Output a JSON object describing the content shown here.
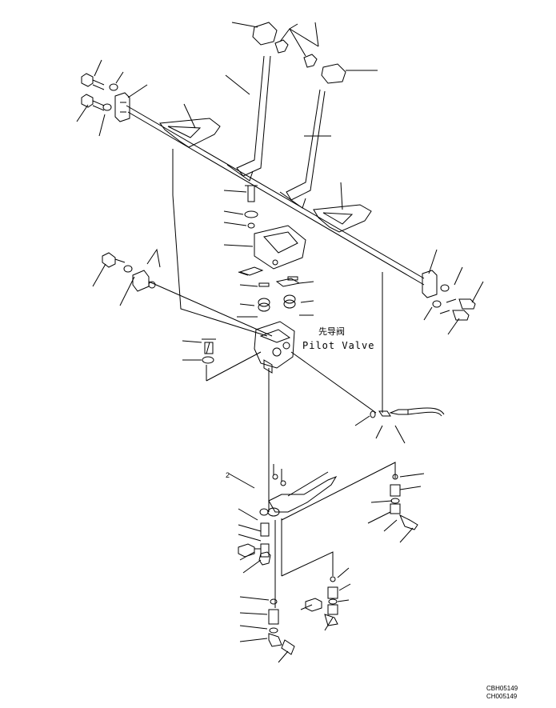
{
  "diagram": {
    "labels": {
      "valve_cn": "先导阀",
      "valve_en": "Pilot Valve",
      "callout_number": "2"
    },
    "drawing_codes": [
      "CBH05149",
      "CH005149"
    ]
  }
}
